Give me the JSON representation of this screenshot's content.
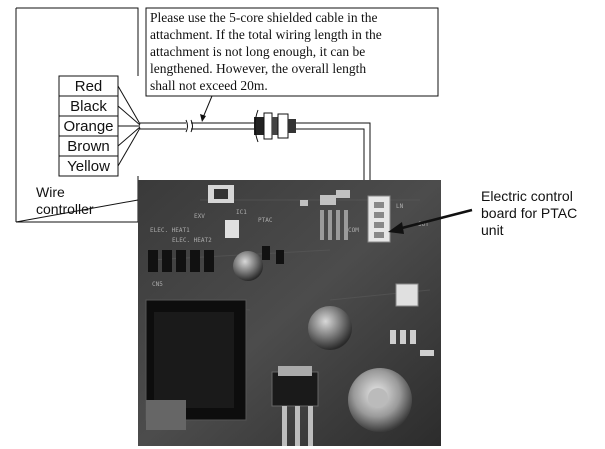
{
  "note": {
    "lines": [
      "Please use the 5-core shielded cable in the",
      "attachment. If the total wiring length in the",
      "attachment is not long enough, it can be",
      "lengthened. However, the overall length",
      "shall not exceed 20m."
    ]
  },
  "wire_colors": [
    "Red",
    "Black",
    "Orange",
    "Brown",
    "Yellow"
  ],
  "controller_label": [
    "Wire",
    "controller"
  ],
  "board_label": [
    "Electric control",
    "board for PTAC",
    "unit"
  ],
  "board_printed_text": [
    "ELEC. HEAT1",
    "ELEC. HEAT2",
    "EXV",
    "IC1",
    "PTAC",
    "COM",
    "LN",
    "OUT",
    "CN5"
  ]
}
